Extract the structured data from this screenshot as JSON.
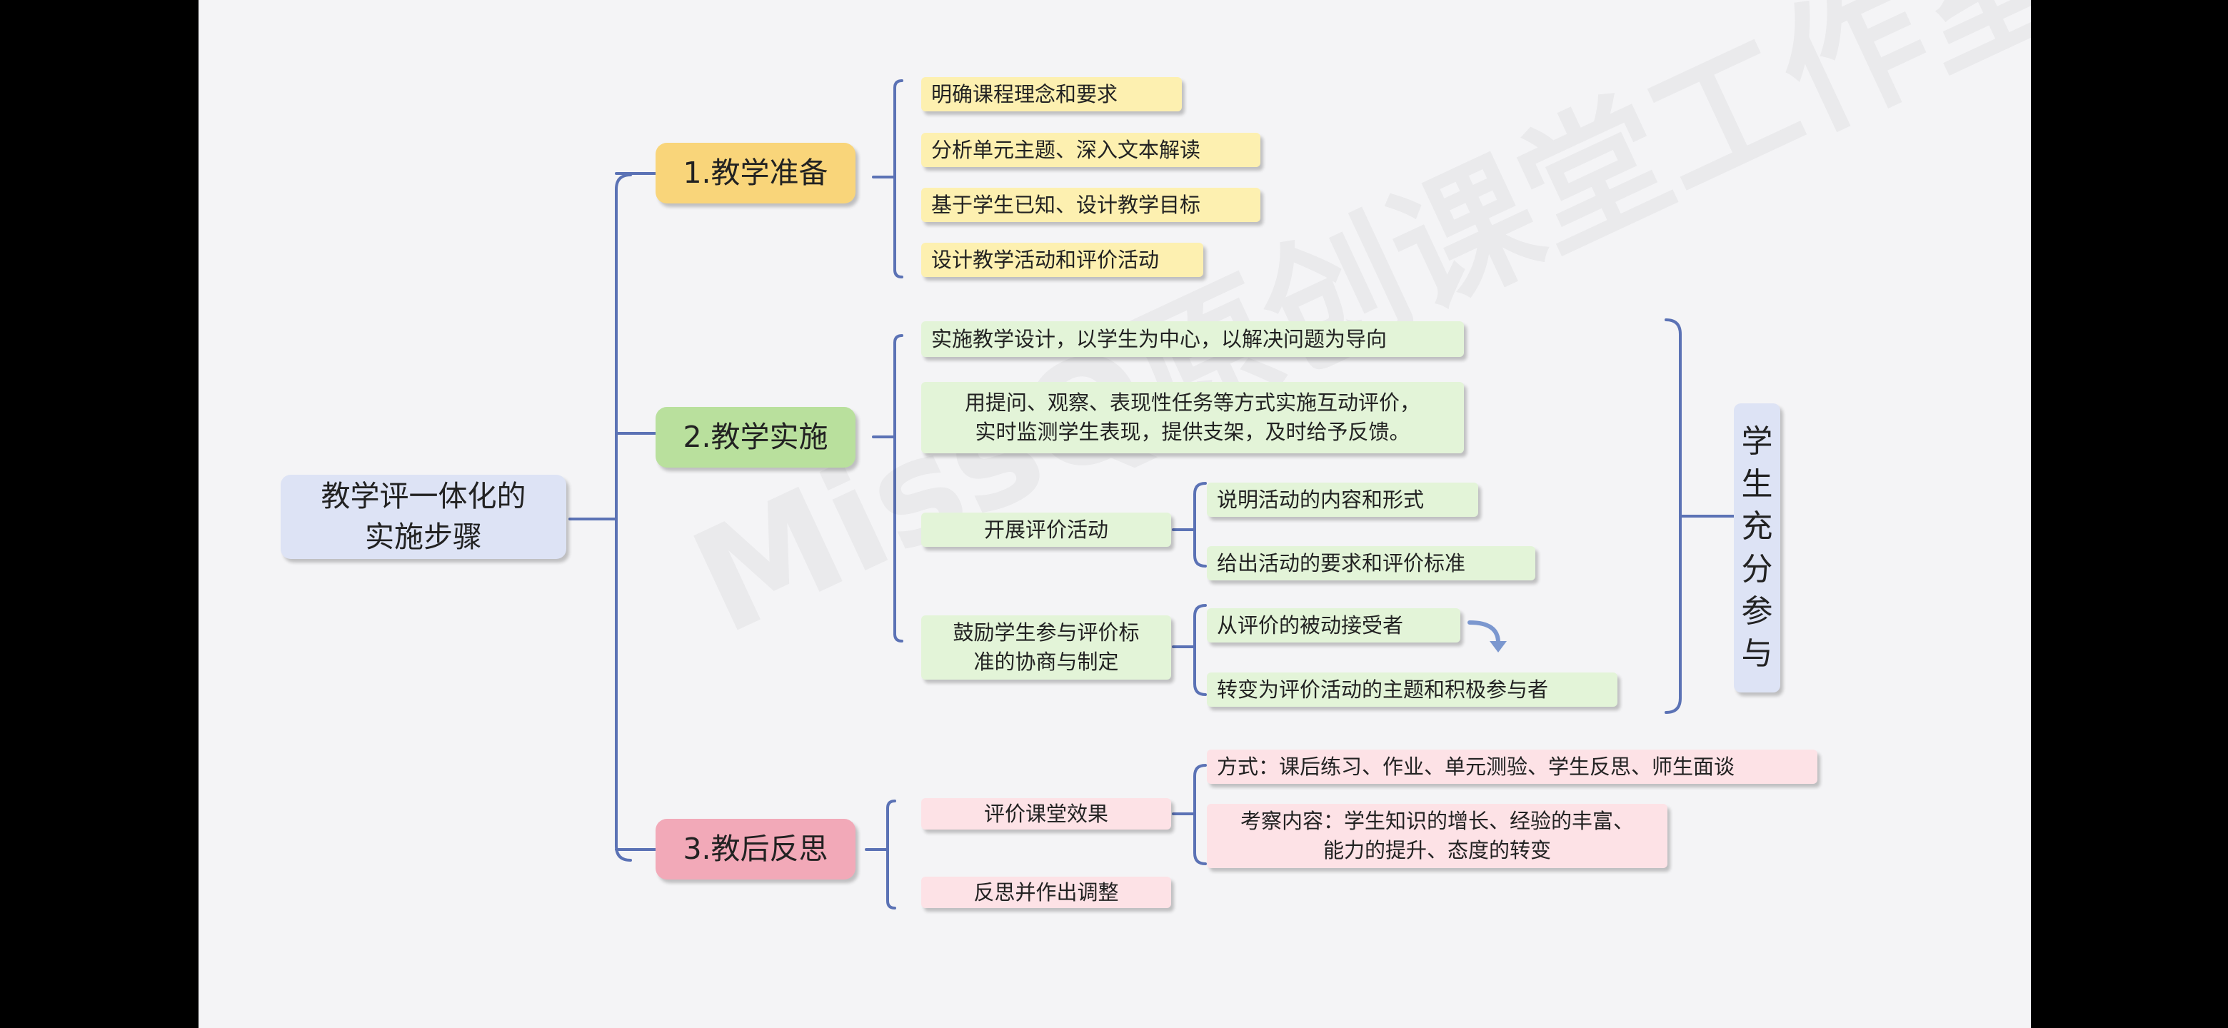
{
  "root": {
    "line1": "教学评一体化的",
    "line2": "实施步骤"
  },
  "cat1": {
    "label": "1.教学准备",
    "items": [
      "明确课程理念和要求",
      "分析单元主题、深入文本解读",
      "基于学生已知、设计教学目标",
      "设计教学活动和评价活动"
    ]
  },
  "cat2": {
    "label": "2.教学实施",
    "item1": "实施教学设计，以学生为中心，以解决问题为导向",
    "item2_line1": "用提问、观察、表现性任务等方式实施互动评价，",
    "item2_line2": "实时监测学生表现，提供支架，及时给予反馈。",
    "item3": {
      "label": "开展评价活动",
      "children": [
        "说明活动的内容和形式",
        "给出活动的要求和评价标准"
      ]
    },
    "item4": {
      "line1": "鼓励学生参与评价标",
      "line2": "准的协商与制定",
      "children": [
        "从评价的被动接受者",
        "转变为评价活动的主题和积极参与者"
      ]
    }
  },
  "cat3": {
    "label": "3.教后反思",
    "item1": {
      "label": "评价课堂效果",
      "child1": "方式：课后练习、作业、单元测验、学生反思、师生面谈",
      "child2_line1": "考察内容：学生知识的增长、经验的丰富、",
      "child2_line2": "能力的提升、态度的转变"
    },
    "item2": "反思并作出调整"
  },
  "side_label": [
    "学",
    "生",
    "充",
    "分",
    "参",
    "与"
  ],
  "watermark": "MissQ原创课堂工作室",
  "colors": {
    "line": "#5b72b5",
    "arrow": "#7b97cf"
  }
}
